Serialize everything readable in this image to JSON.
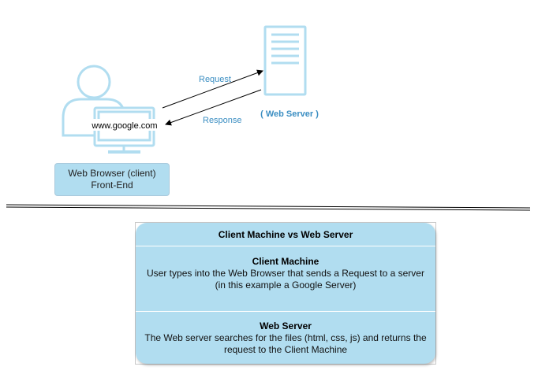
{
  "diagram": {
    "url_text": "www.google.com",
    "request_label": "Request",
    "response_label": "Response",
    "server_label": "( Web Server )",
    "client_caption": [
      "Web Browser (client)",
      "Front-End"
    ]
  },
  "panel": {
    "title": "Client Machine vs Web Server",
    "sections": [
      {
        "heading": "Client Machine",
        "lines": [
          "User types into the Web Browser that sends a Request to a server",
          "(in this example a Google Server)"
        ]
      },
      {
        "heading": "Web Server",
        "lines": [
          "The Web server searches for the files (html, css, js) and returns the",
          "request to the Client Machine"
        ]
      }
    ]
  },
  "colors": {
    "icon_stroke": "#b1ddf0",
    "box_fill": "#b1ddf0",
    "label_blue": "#3b8ec2",
    "arrow": "#000000"
  }
}
